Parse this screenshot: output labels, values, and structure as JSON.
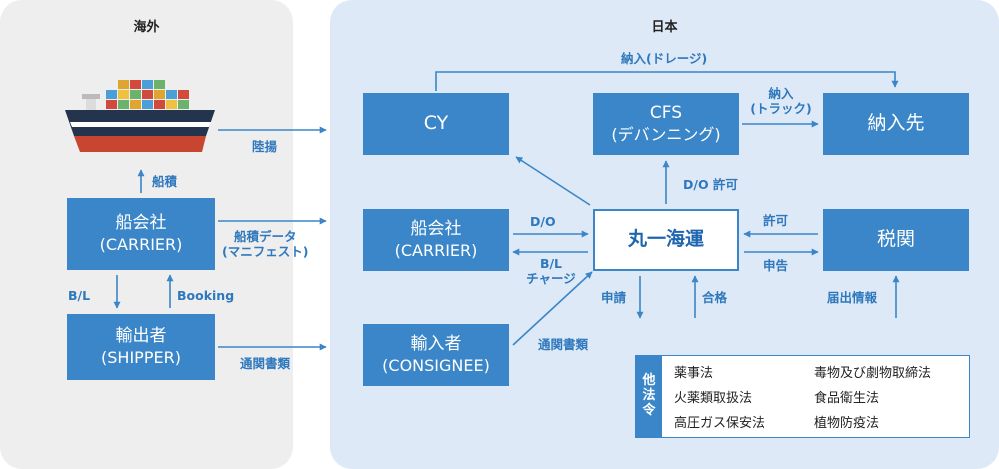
{
  "regions": {
    "overseas": "海外",
    "japan": "日本"
  },
  "boxes": {
    "overseas_carrier": {
      "line1": "船会社",
      "line2": "(CARRIER)"
    },
    "shipper": {
      "line1": "輸出者",
      "line2": "(SHIPPER)"
    },
    "cy": {
      "line1": "CY"
    },
    "cfs": {
      "line1": "CFS",
      "line2": "(デバンニング)"
    },
    "destination": {
      "line1": "納入先"
    },
    "japan_carrier": {
      "line1": "船会社",
      "line2": "(CARRIER)"
    },
    "marunaka": {
      "line1": "丸一海運"
    },
    "customs": {
      "line1": "税関"
    },
    "consignee": {
      "line1": "輸入者",
      "line2": "(CONSIGNEE)"
    }
  },
  "labels": {
    "loading": "船積",
    "bl_left": "B/L",
    "booking": "Booking",
    "unloading": "陸揚",
    "manifest_1": "船積データ",
    "manifest_2": "(マニフェスト)",
    "customs_docs_left": "通関書類",
    "delivery_drayage": "納入(ドレージ)",
    "delivery_truck_1": "納入",
    "delivery_truck_2": "(トラック)",
    "do_permit": "D/O 許可",
    "do": "D/O",
    "bl_right": "B/L",
    "charge": "チャージ",
    "permit": "許可",
    "declare": "申告",
    "apply": "申請",
    "pass": "合格",
    "notification": "届出情報",
    "customs_docs_right": "通関書類"
  },
  "other_laws": {
    "heading": [
      "他",
      "法",
      "令"
    ],
    "items": [
      "薬事法",
      "毒物及び劇物取締法",
      "火薬類取扱法",
      "食品衛生法",
      "高圧ガス保安法",
      "植物防疫法"
    ]
  }
}
